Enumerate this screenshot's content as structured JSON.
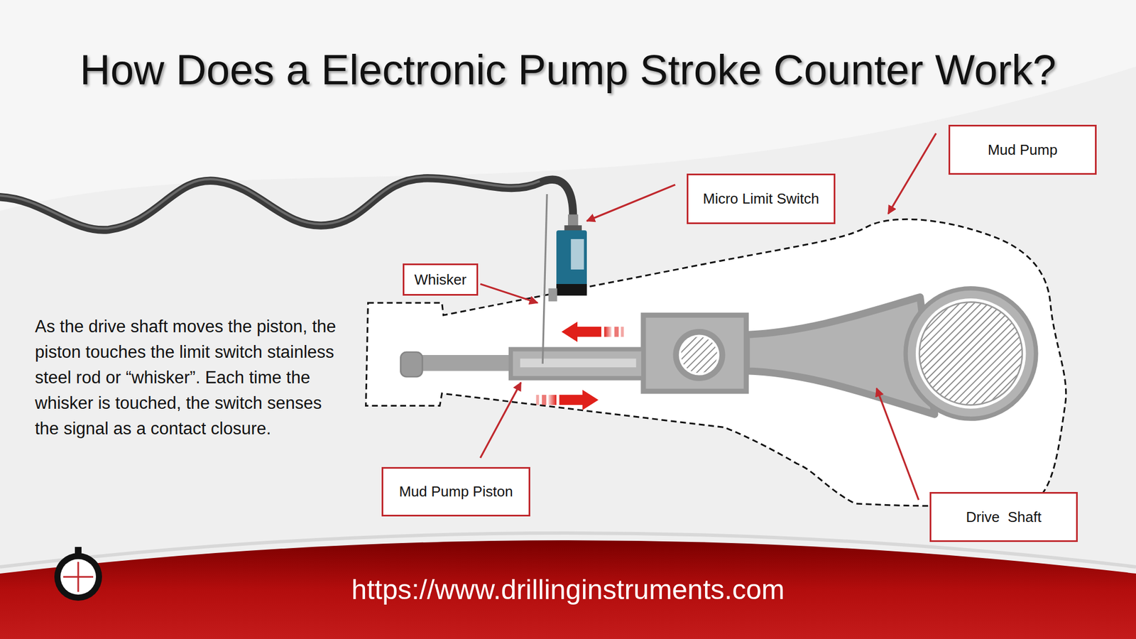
{
  "diagram": {
    "title": "How Does a Electronic Pump Stroke Counter Work?",
    "nodes": [
      {
        "text": [
          "Mud Pump"
        ]
      },
      {
        "text": [
          "Micro Limit Switch"
        ]
      },
      {
        "text": [
          "Whisker"
        ]
      },
      {
        "text": [
          "Mud Pump Piston"
        ]
      },
      {
        "text": [
          "Drive  Shaft"
        ]
      }
    ],
    "labels": [
      "As the drive shaft moves the piston, the piston touches the limit switch stainless steel rod or “whisker”. Each time the whisker is touched, the switch senses the signal as a contact closure.",
      "https://www.drillinginstruments.com"
    ]
  }
}
